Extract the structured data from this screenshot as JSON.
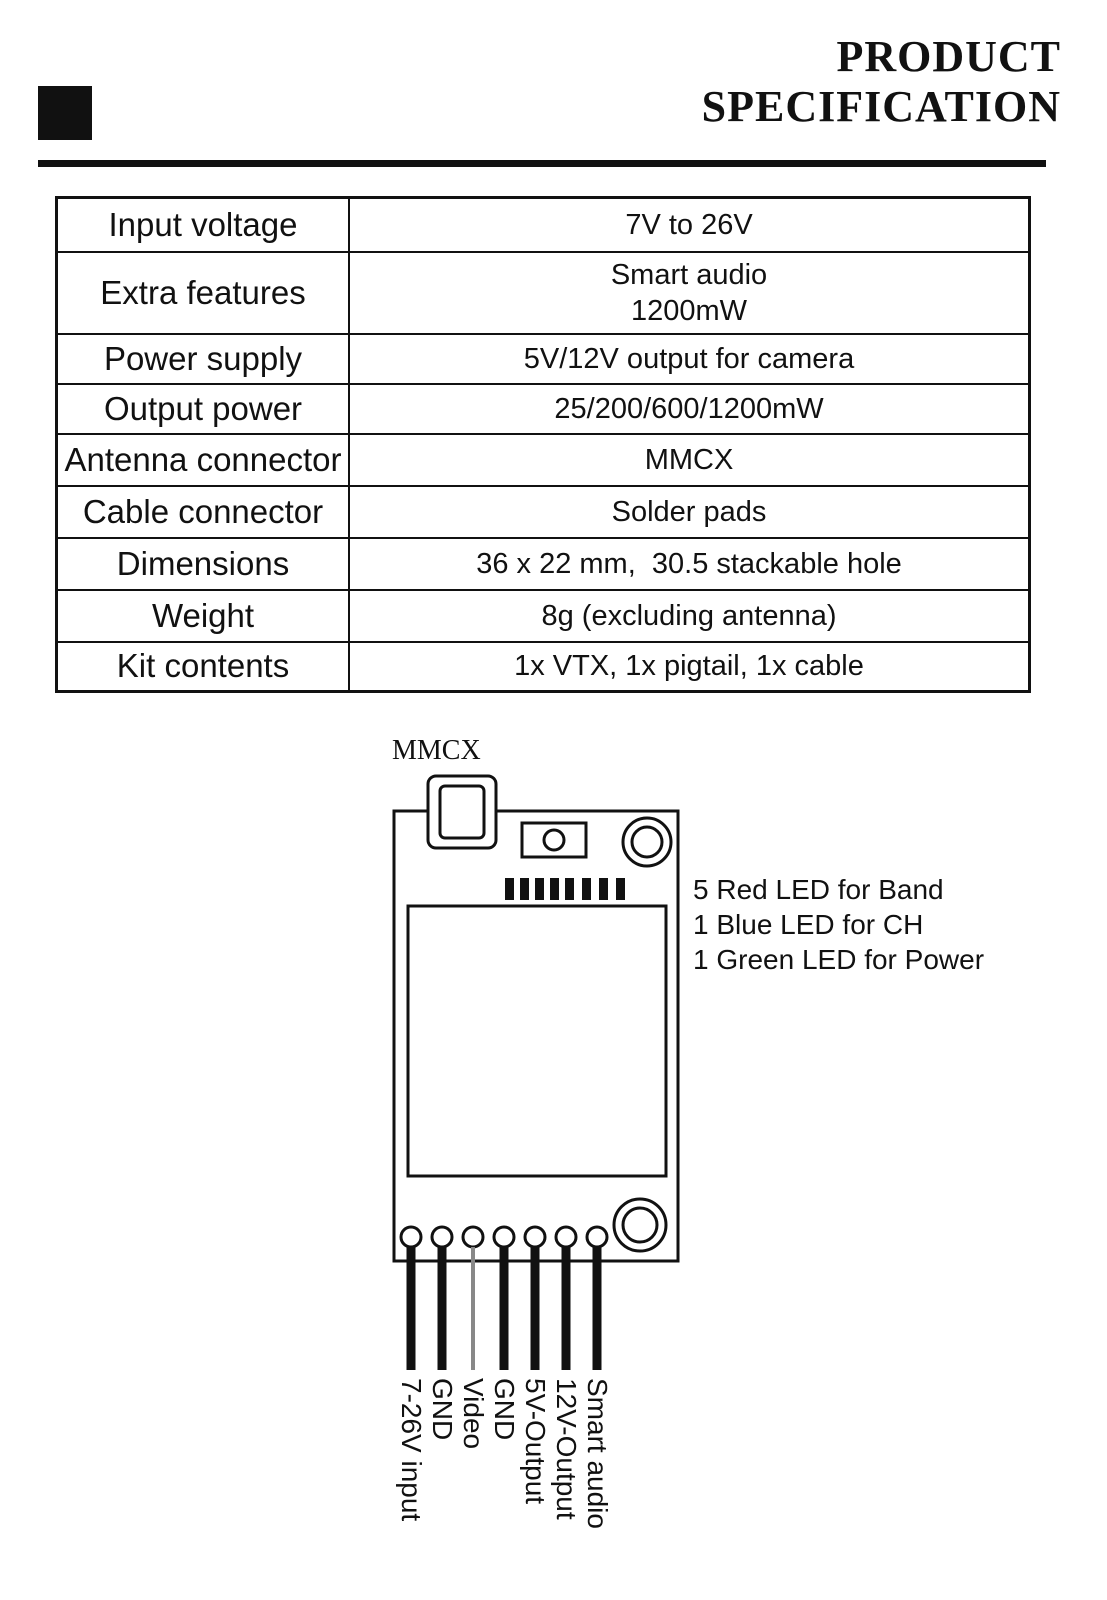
{
  "header": {
    "title_line1": "PRODUCT",
    "title_line2": "SPECIFICATION"
  },
  "specs": [
    {
      "label": "Input voltage",
      "value": [
        "7V to 26V"
      ]
    },
    {
      "label": "Extra features",
      "value": [
        "Smart audio",
        "1200mW"
      ]
    },
    {
      "label": "Power supply",
      "value": [
        "5V/12V output for camera"
      ]
    },
    {
      "label": "Output power",
      "value": [
        "25/200/600/1200mW"
      ]
    },
    {
      "label": "Antenna connector",
      "value": [
        "MMCX"
      ]
    },
    {
      "label": "Cable connector",
      "value": [
        "Solder pads"
      ]
    },
    {
      "label": "Dimensions",
      "value": [
        "36 x 22 mm,  30.5 stackable hole"
      ]
    },
    {
      "label": "Weight",
      "value": [
        "8g (excluding antenna)"
      ]
    },
    {
      "label": "Kit contents",
      "value": [
        "1x VTX, 1x pigtail, 1x cable"
      ]
    }
  ],
  "diagram": {
    "antenna_label": "MMCX",
    "led_notes": [
      "5 Red LED for Band",
      "1 Blue LED for CH",
      "1 Green LED for Power"
    ],
    "pins": [
      "7-26V input",
      "GND",
      "Video",
      "GND",
      "5V-Output",
      "12V-Output",
      "Smart audio"
    ]
  }
}
